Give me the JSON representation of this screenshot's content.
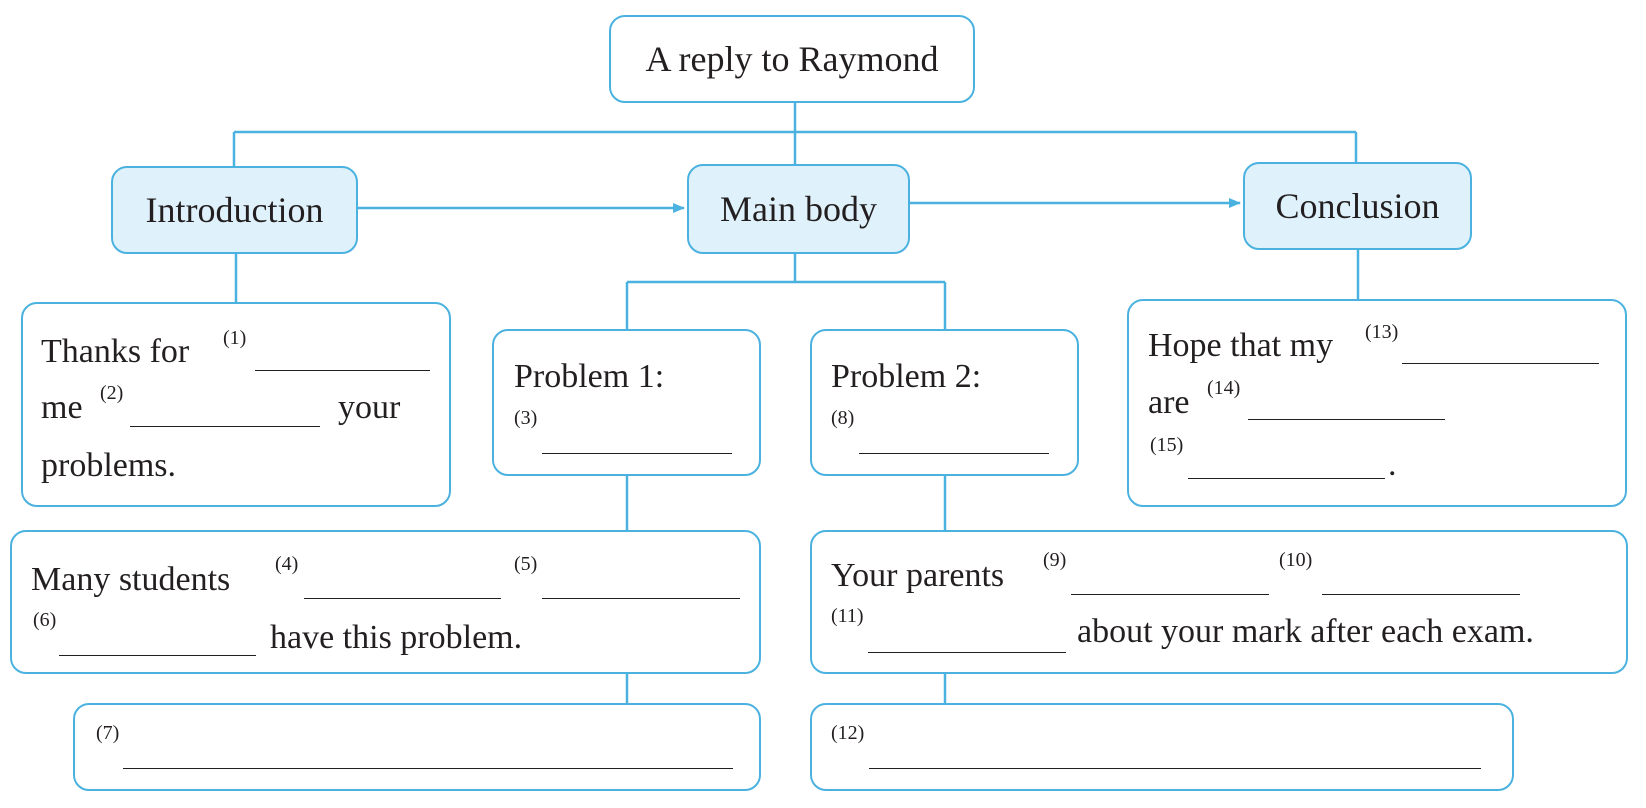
{
  "title": "A reply to Raymond",
  "sections": {
    "introduction": "Introduction",
    "main_body": "Main body",
    "conclusion": "Conclusion"
  },
  "intro_box": {
    "line1": "Thanks for",
    "num1": "(1)",
    "line2": "me",
    "num2": "(2)",
    "line2_end": "your",
    "line3": "problems."
  },
  "problem1": {
    "label": "Problem 1:",
    "num": "(3)"
  },
  "problem2": {
    "label": "Problem 2:",
    "num": "(8)"
  },
  "conclusion_box": {
    "line1": "Hope that my",
    "num1": "(13)",
    "line2": "are",
    "num2": "(14)",
    "num3": "(15)",
    "end": "."
  },
  "detail1": {
    "start": "Many students",
    "num4": "(4)",
    "num5": "(5)",
    "num6": "(6)",
    "end": "have this problem."
  },
  "detail2": {
    "start": "Your parents",
    "num9": "(9)",
    "num10": "(10)",
    "num11": "(11)",
    "end": "about your mark after each exam."
  },
  "solution1": {
    "num": "(7)"
  },
  "solution2": {
    "num": "(12)"
  },
  "colors": {
    "border": "#4bb2e0",
    "highlight": "#dff2fb",
    "text": "#231f20"
  }
}
